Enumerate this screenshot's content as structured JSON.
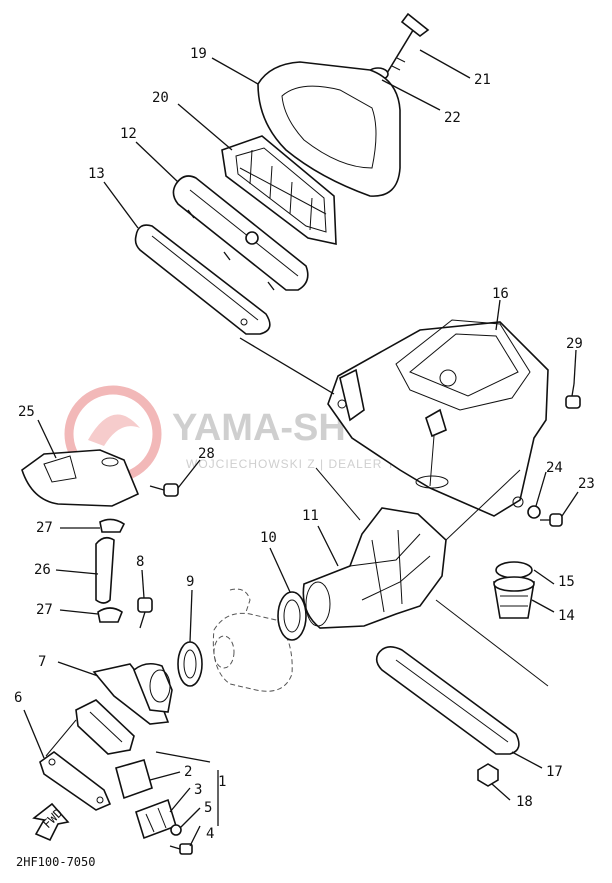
{
  "watermark": {
    "brand": "YAMA-SHOP.PL",
    "sub": "WOJCIECHOWSKI Z | DEALER YAMAHA"
  },
  "diagram_code": "2HF100-7050",
  "fwd_label": "FWD",
  "callouts": [
    "1",
    "2",
    "3",
    "4",
    "5",
    "6",
    "7",
    "8",
    "9",
    "10",
    "11",
    "12",
    "13",
    "14",
    "15",
    "16",
    "17",
    "18",
    "19",
    "20",
    "21",
    "22",
    "23",
    "24",
    "25",
    "26",
    "27",
    "27",
    "28",
    "29"
  ]
}
